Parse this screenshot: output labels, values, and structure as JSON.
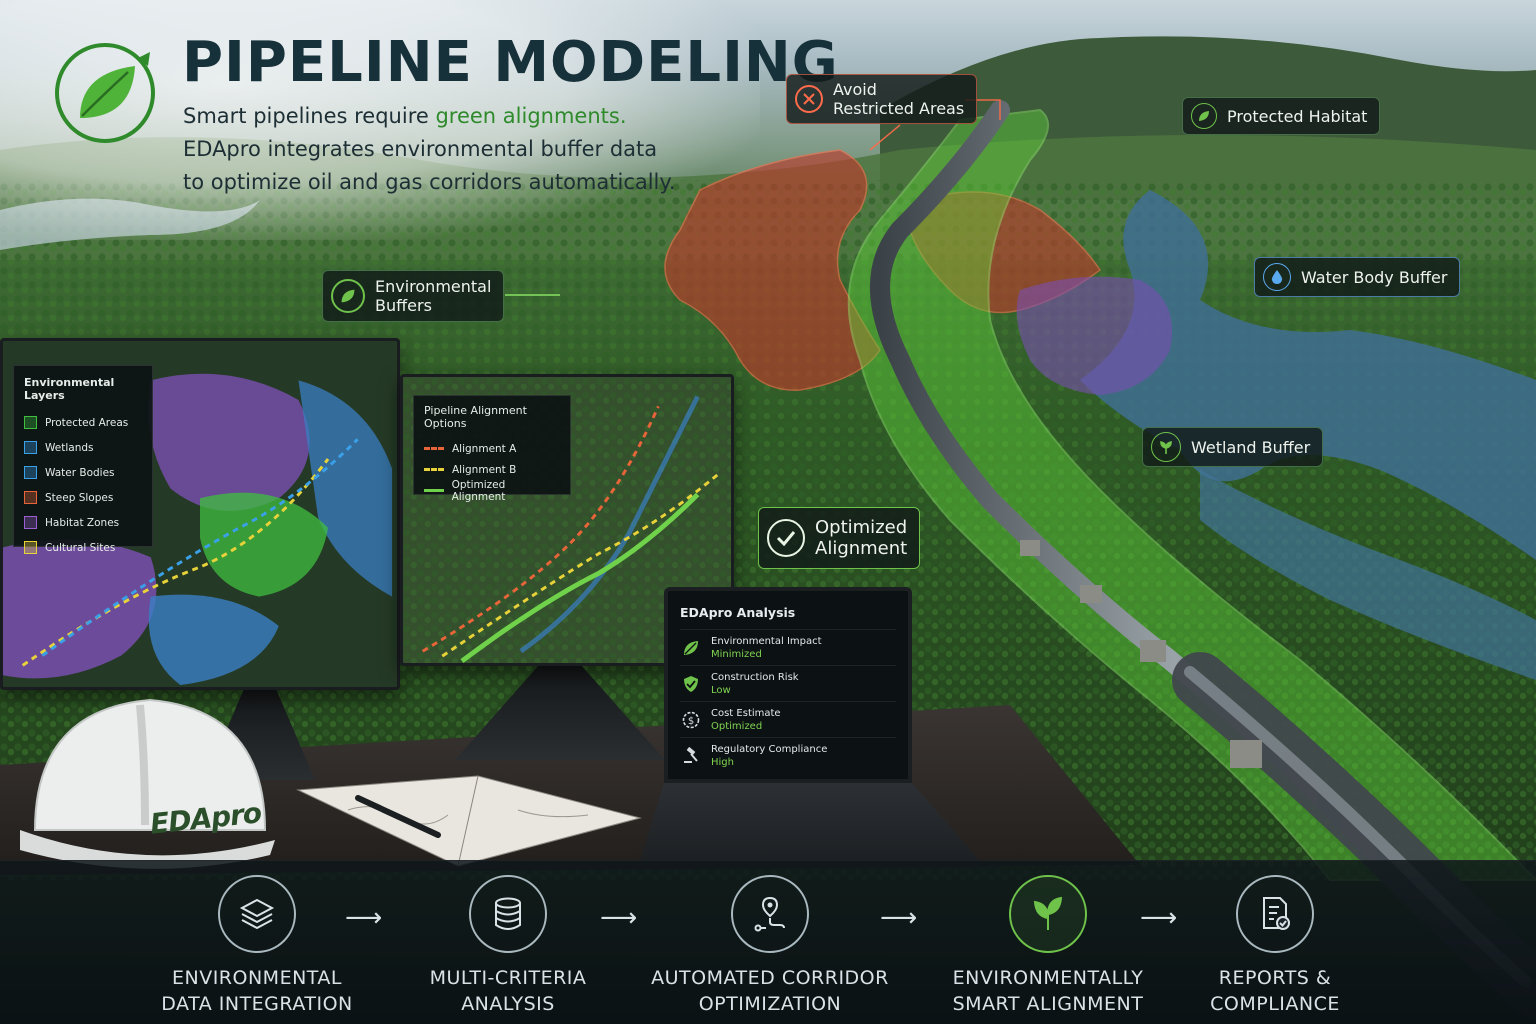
{
  "header": {
    "title": "PIPELINE MODELING",
    "subtitle_line1_prefix": "Smart pipelines require ",
    "subtitle_line1_highlight": "green alignments.",
    "subtitle_line2": "EDApro integrates environmental buffer data",
    "subtitle_line3": "to optimize oil and gas corridors automatically."
  },
  "callouts": {
    "avoid": "Avoid\nRestricted Areas",
    "protected_habitat": "Protected Habitat",
    "environmental_buffers": "Environmental\nBuffers",
    "water_body_buffer": "Water Body Buffer",
    "wetland_buffer": "Wetland Buffer",
    "optimized_alignment": "Optimized\nAlignment"
  },
  "left_monitor": {
    "title": "Environmental Layers",
    "layers": [
      {
        "label": "Protected Areas",
        "color": "#3fbf3f"
      },
      {
        "label": "Wetlands",
        "color": "#3aa0e8"
      },
      {
        "label": "Water Bodies",
        "color": "#3aa0e8"
      },
      {
        "label": "Steep Slopes",
        "color": "#e8653a"
      },
      {
        "label": "Habitat Zones",
        "color": "#9a5fd0"
      },
      {
        "label": "Cultural Sites",
        "color": "#e8d23a"
      }
    ]
  },
  "right_monitor": {
    "title": "Pipeline Alignment Options",
    "options": [
      {
        "label": "Alignment A",
        "color": "#e8653a",
        "style": "dashed"
      },
      {
        "label": "Alignment B",
        "color": "#e8d23a",
        "style": "dashed"
      },
      {
        "label": "Optimized Alignment",
        "color": "#6fd24a",
        "style": "solid"
      }
    ]
  },
  "laptop": {
    "title": "EDApro Analysis",
    "rows": [
      {
        "label": "Environmental Impact",
        "value": "Minimized",
        "icon": "leaf-icon"
      },
      {
        "label": "Construction Risk",
        "value": "Low",
        "icon": "shield-check-icon"
      },
      {
        "label": "Cost Estimate",
        "value": "Optimized",
        "icon": "dollar-gear-icon"
      },
      {
        "label": "Regulatory Compliance",
        "value": "High",
        "icon": "gavel-icon"
      }
    ]
  },
  "helmet": {
    "brand": "EDApro"
  },
  "steps": [
    {
      "label": "ENVIRONMENTAL\nDATA INTEGRATION",
      "icon": "layers-icon"
    },
    {
      "label": "MULTI-CRITERIA\nANALYSIS",
      "icon": "database-icon"
    },
    {
      "label": "AUTOMATED CORRIDOR\nOPTIMIZATION",
      "icon": "route-pin-icon"
    },
    {
      "label": "ENVIRONMENTALLY\nSMART ALIGNMENT",
      "icon": "leaf-icon"
    },
    {
      "label": "REPORTS &\nCOMPLIANCE",
      "icon": "report-check-icon"
    }
  ],
  "colors": {
    "brand_green": "#2e8a2a",
    "restricted_red": "#c0392b",
    "buffer_green": "#5fd13a",
    "habitat_purple": "#7a4fb0",
    "water_blue": "#3a7fc4",
    "title_navy": "#17313a"
  }
}
